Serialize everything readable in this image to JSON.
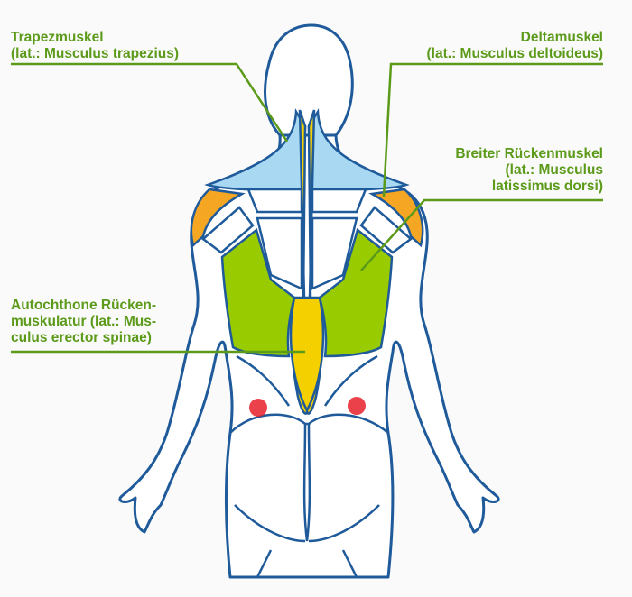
{
  "labels": {
    "trapezius": {
      "line1": "Trapezmuskel",
      "line2": "(lat.: Musculus trapezius)"
    },
    "deltoid": {
      "line1": "Deltamuskel",
      "line2": "(lat.: Musculus deltoideus)"
    },
    "latissimus": {
      "line1": "Breiter Rückenmuskel",
      "line2": "(lat.: Musculus",
      "line3": "latissimus dorsi)"
    },
    "erector": {
      "line1": "Autochthone Rücken-",
      "line2": "muskulatur (lat.: Mus-",
      "line3": "culus erector spinae)"
    }
  },
  "colors": {
    "outline": "#1f5a9a",
    "trapezius": "#a9d9f2",
    "erector": "#f5d000",
    "deltoid": "#f5a623",
    "latissimus": "#99cc00",
    "label": "#5c9a1a",
    "pain_point": "#e8202a"
  }
}
